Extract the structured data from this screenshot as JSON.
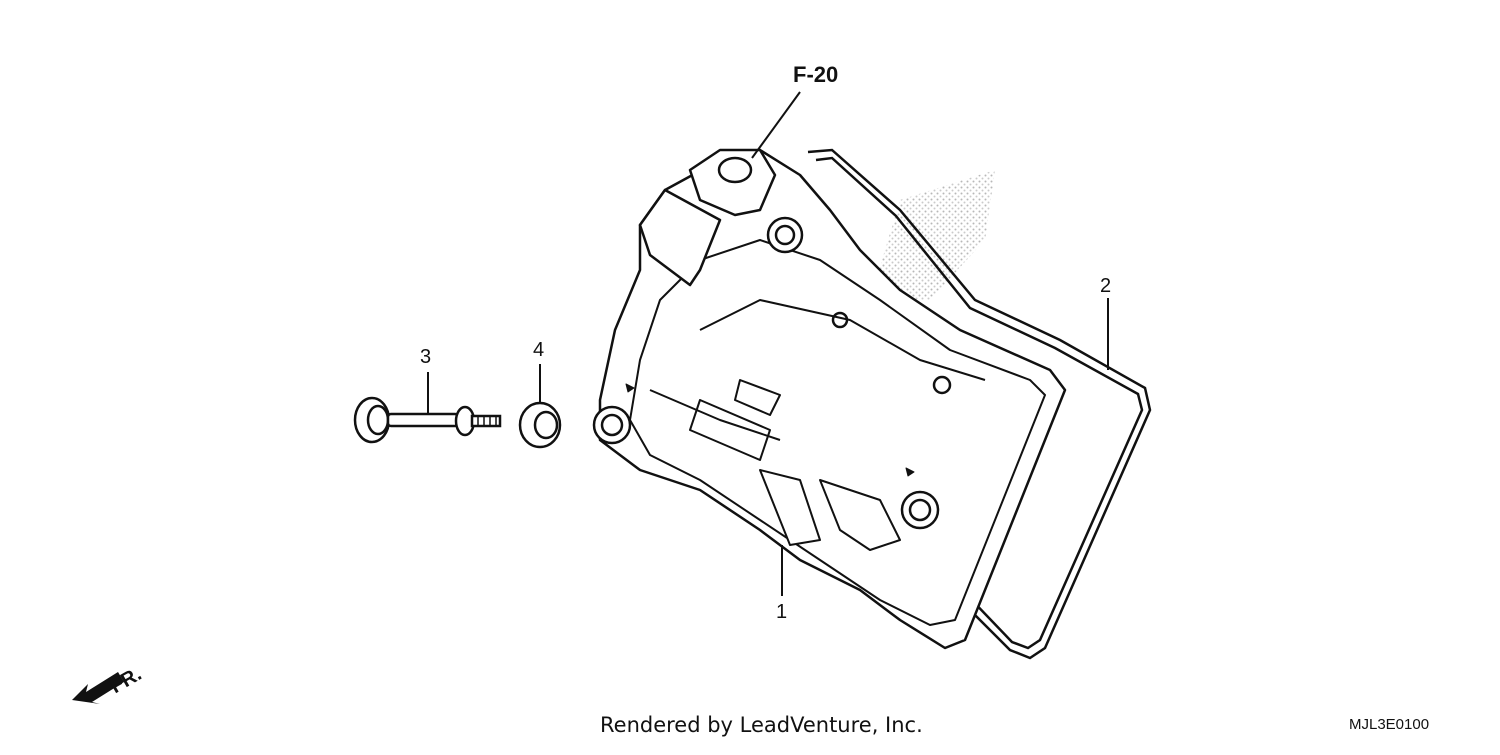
{
  "callouts": {
    "ref": "F-20",
    "part_1": "1",
    "part_2": "2",
    "part_3": "3",
    "part_4": "4"
  },
  "orientation": {
    "label": "FR."
  },
  "footer": {
    "credit": "Rendered by LeadVenture, Inc.",
    "diagram_code": "MJL3E0100"
  },
  "icons": [
    "front-direction-arrow-icon"
  ]
}
